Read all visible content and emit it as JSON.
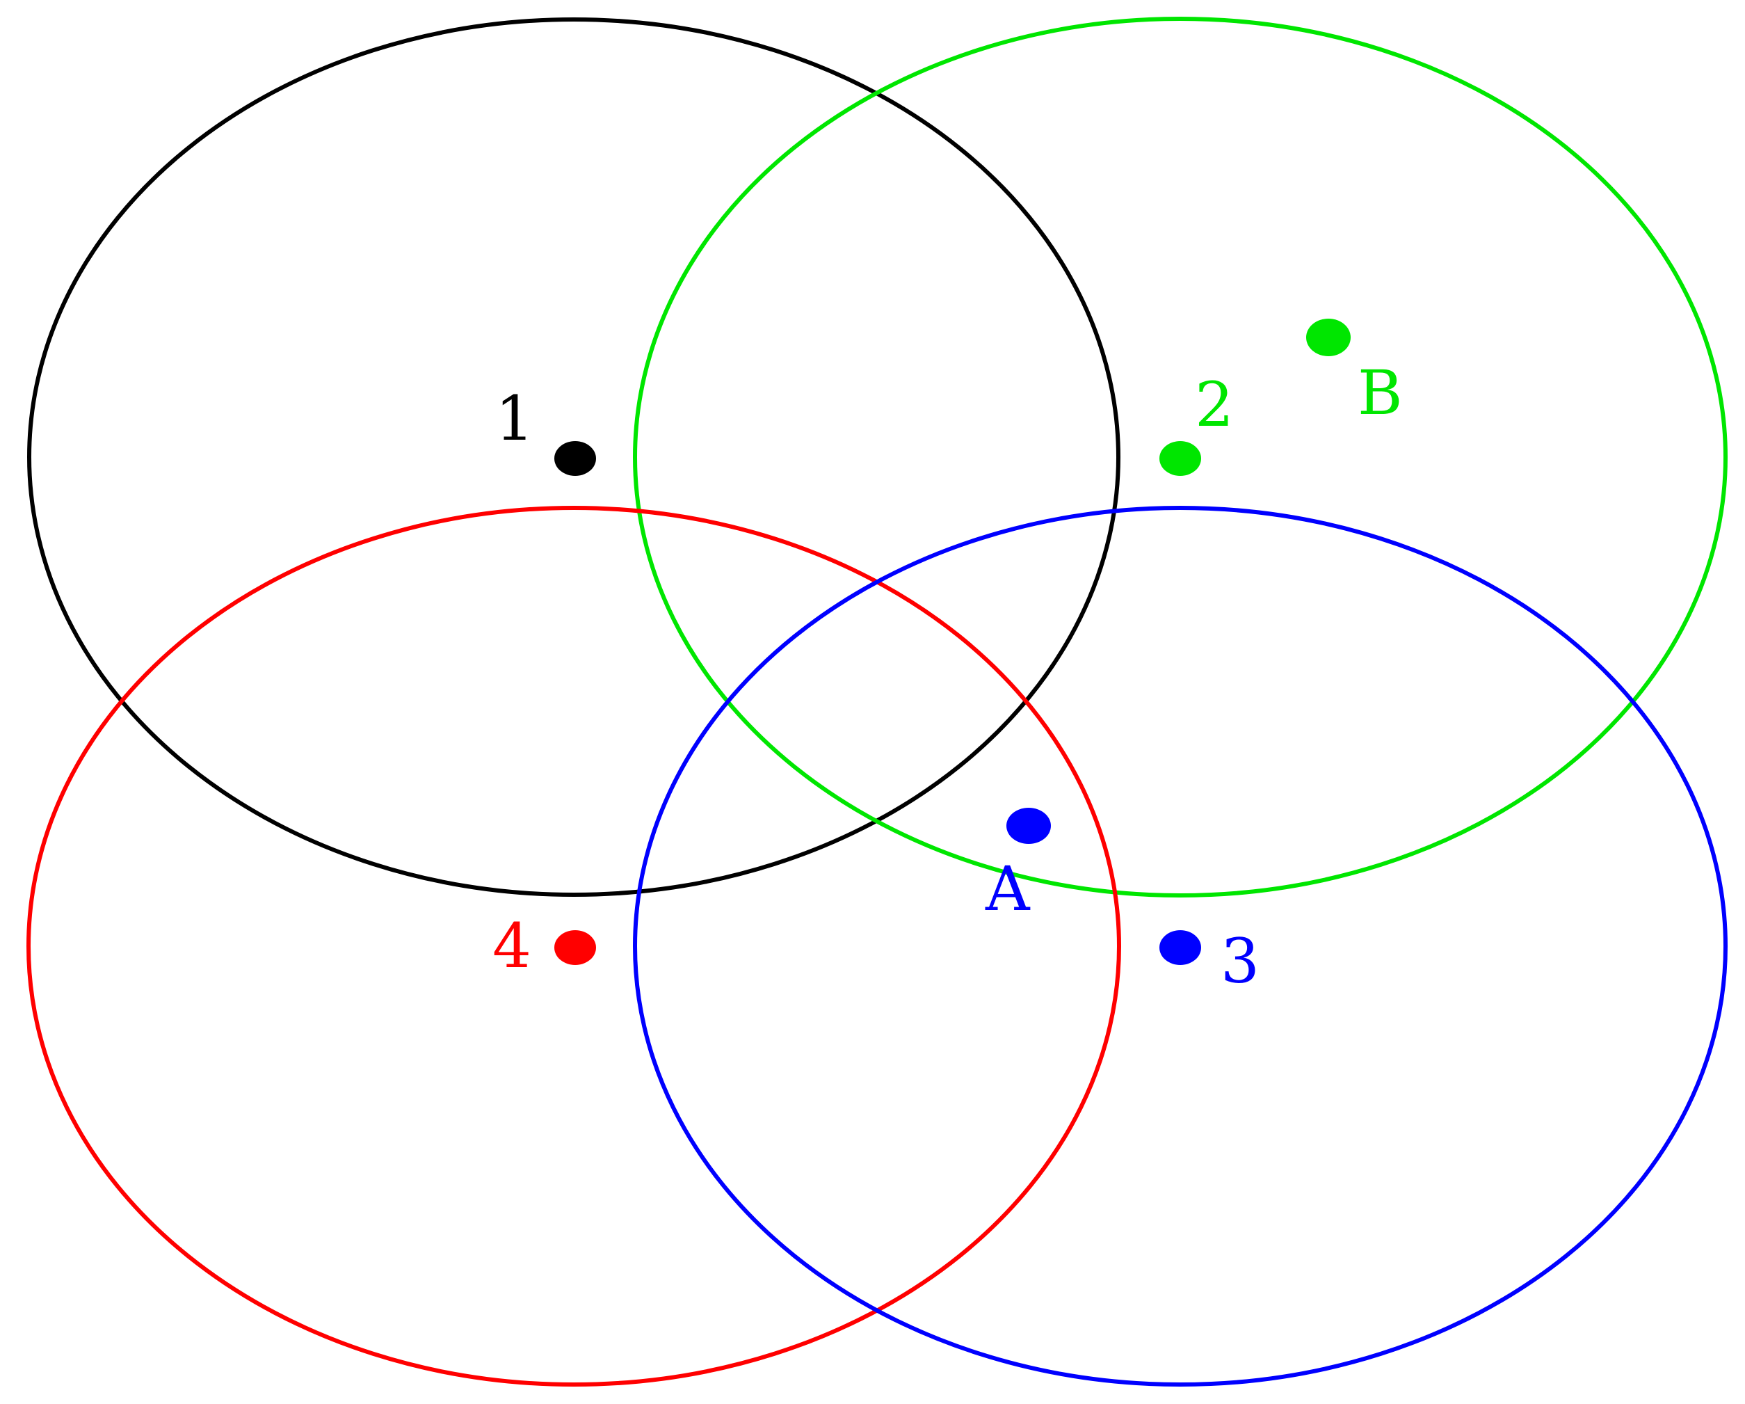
{
  "colors": {
    "black": "#000000",
    "green": "#00e600",
    "blue": "#0000ff",
    "red": "#ff0000",
    "background": "#ffffff"
  },
  "circles": [
    {
      "id": "black",
      "color": "#000000"
    },
    {
      "id": "green",
      "color": "#00e600"
    },
    {
      "id": "red",
      "color": "#ff0000"
    },
    {
      "id": "blue",
      "color": "#0000ff"
    }
  ],
  "points": {
    "p1": {
      "label": "1",
      "color": "#000000"
    },
    "p2": {
      "label": "2",
      "color": "#00e600"
    },
    "pB": {
      "label": "B",
      "color": "#00e600"
    },
    "pA": {
      "label": "A",
      "color": "#0000ff"
    },
    "p3": {
      "label": "3",
      "color": "#0000ff"
    },
    "p4": {
      "label": "4",
      "color": "#ff0000"
    }
  }
}
